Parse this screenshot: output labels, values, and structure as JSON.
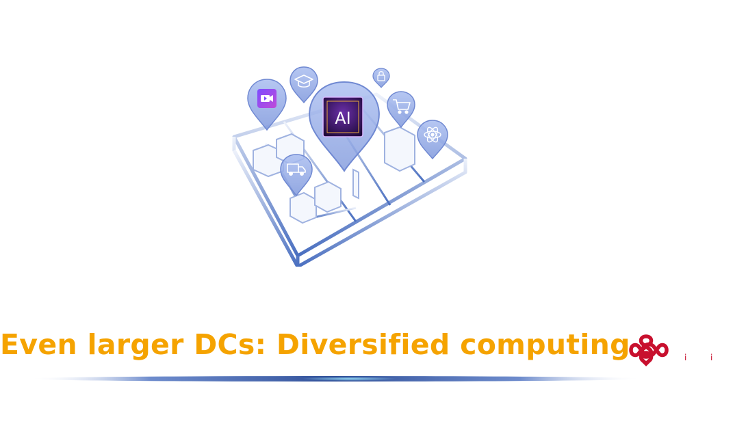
{
  "slide": {
    "title": "Even larger DCs: Diversified computing",
    "chip_label": "AI",
    "brand_marks": [
      "i",
      "i"
    ]
  },
  "colors": {
    "title": "#f5a300",
    "frame_blue": "#4a6fc0",
    "pin_blue": "#8fa8e6",
    "logo_red": "#c8102e",
    "chip_purple": "#3b1466"
  },
  "icons": [
    "video-icon",
    "graduation-cap-icon",
    "lock-icon",
    "ai-chip-icon",
    "shopping-cart-icon",
    "atom-icon",
    "delivery-truck-icon"
  ]
}
